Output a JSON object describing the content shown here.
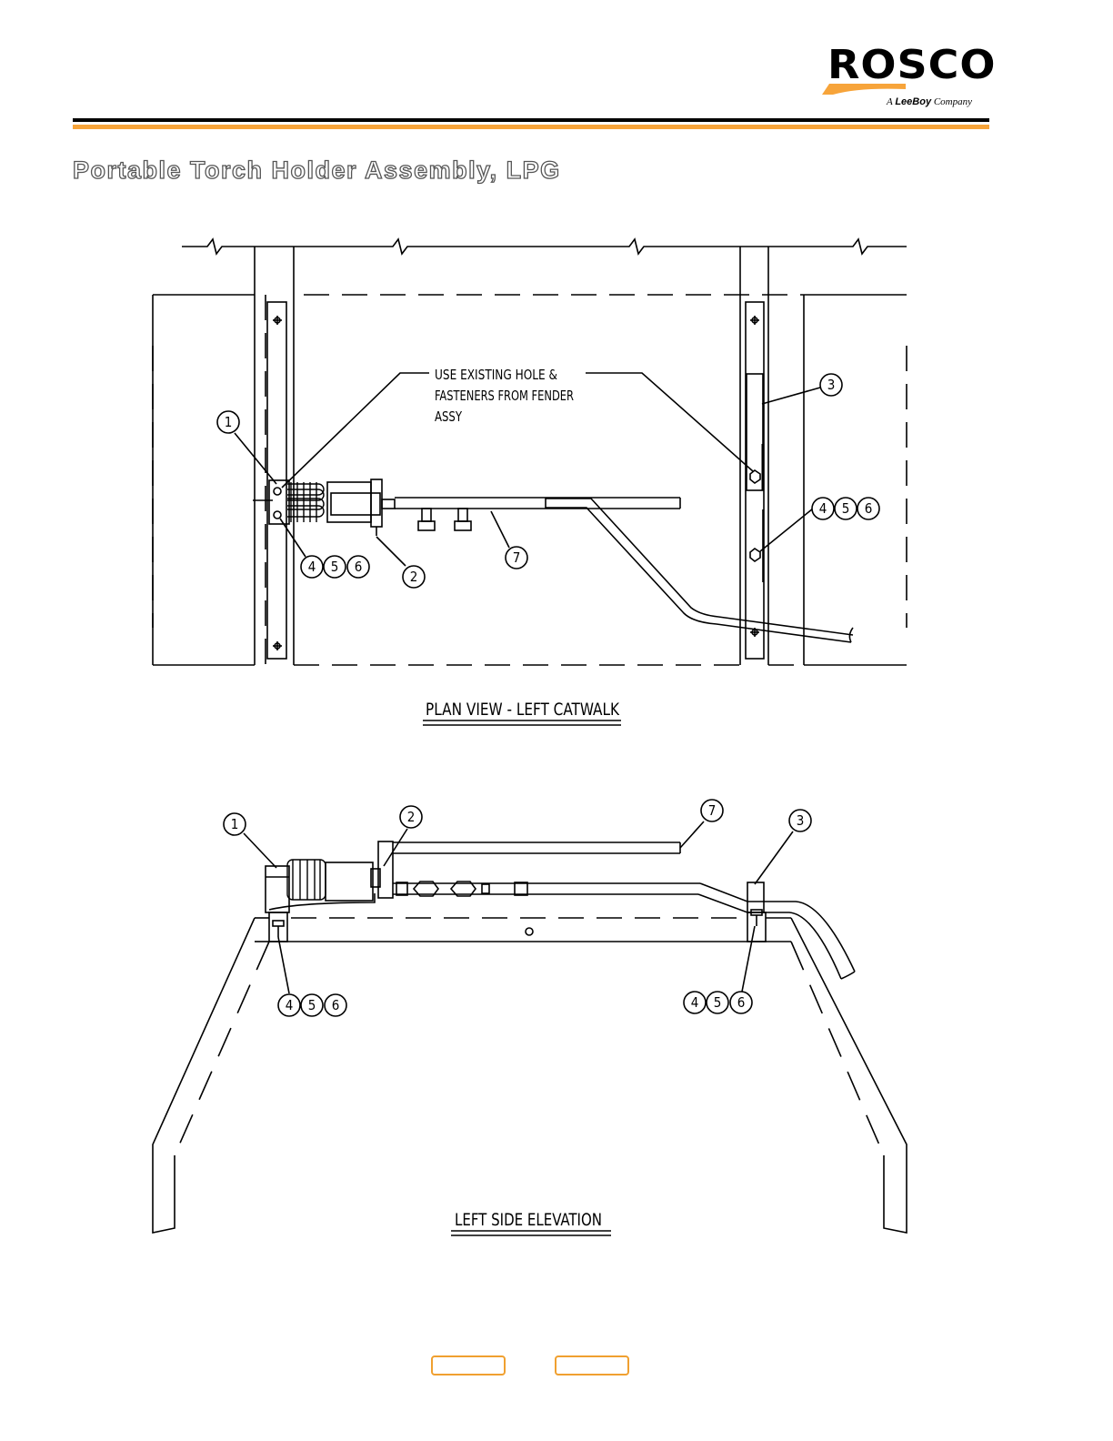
{
  "header": {
    "logo_text": "ROSCO",
    "logo_tag_prefix": "A",
    "logo_tag_brand": "LeeBoy",
    "logo_tag_suffix": "Company",
    "title": "Portable Torch Holder Assembly, LPG"
  },
  "plan_view": {
    "title": "PLAN VIEW - LEFT CATWALK",
    "note_lines": [
      "USE EXISTING HOLE &",
      "FASTENERS FROM FENDER",
      "ASSY"
    ],
    "callouts": [
      "1",
      "2",
      "3",
      "4",
      "5",
      "6",
      "7",
      "4",
      "5",
      "6"
    ]
  },
  "side_view": {
    "title": "LEFT SIDE ELEVATION",
    "callouts": [
      "1",
      "2",
      "7",
      "3",
      "4",
      "5",
      "6",
      "4",
      "5",
      "6"
    ]
  },
  "colors": {
    "accent_orange": "#f7a43a",
    "rule_black": "#000000"
  },
  "nav": {
    "prev_icon": "prev-page-button",
    "next_icon": "next-page-button"
  }
}
